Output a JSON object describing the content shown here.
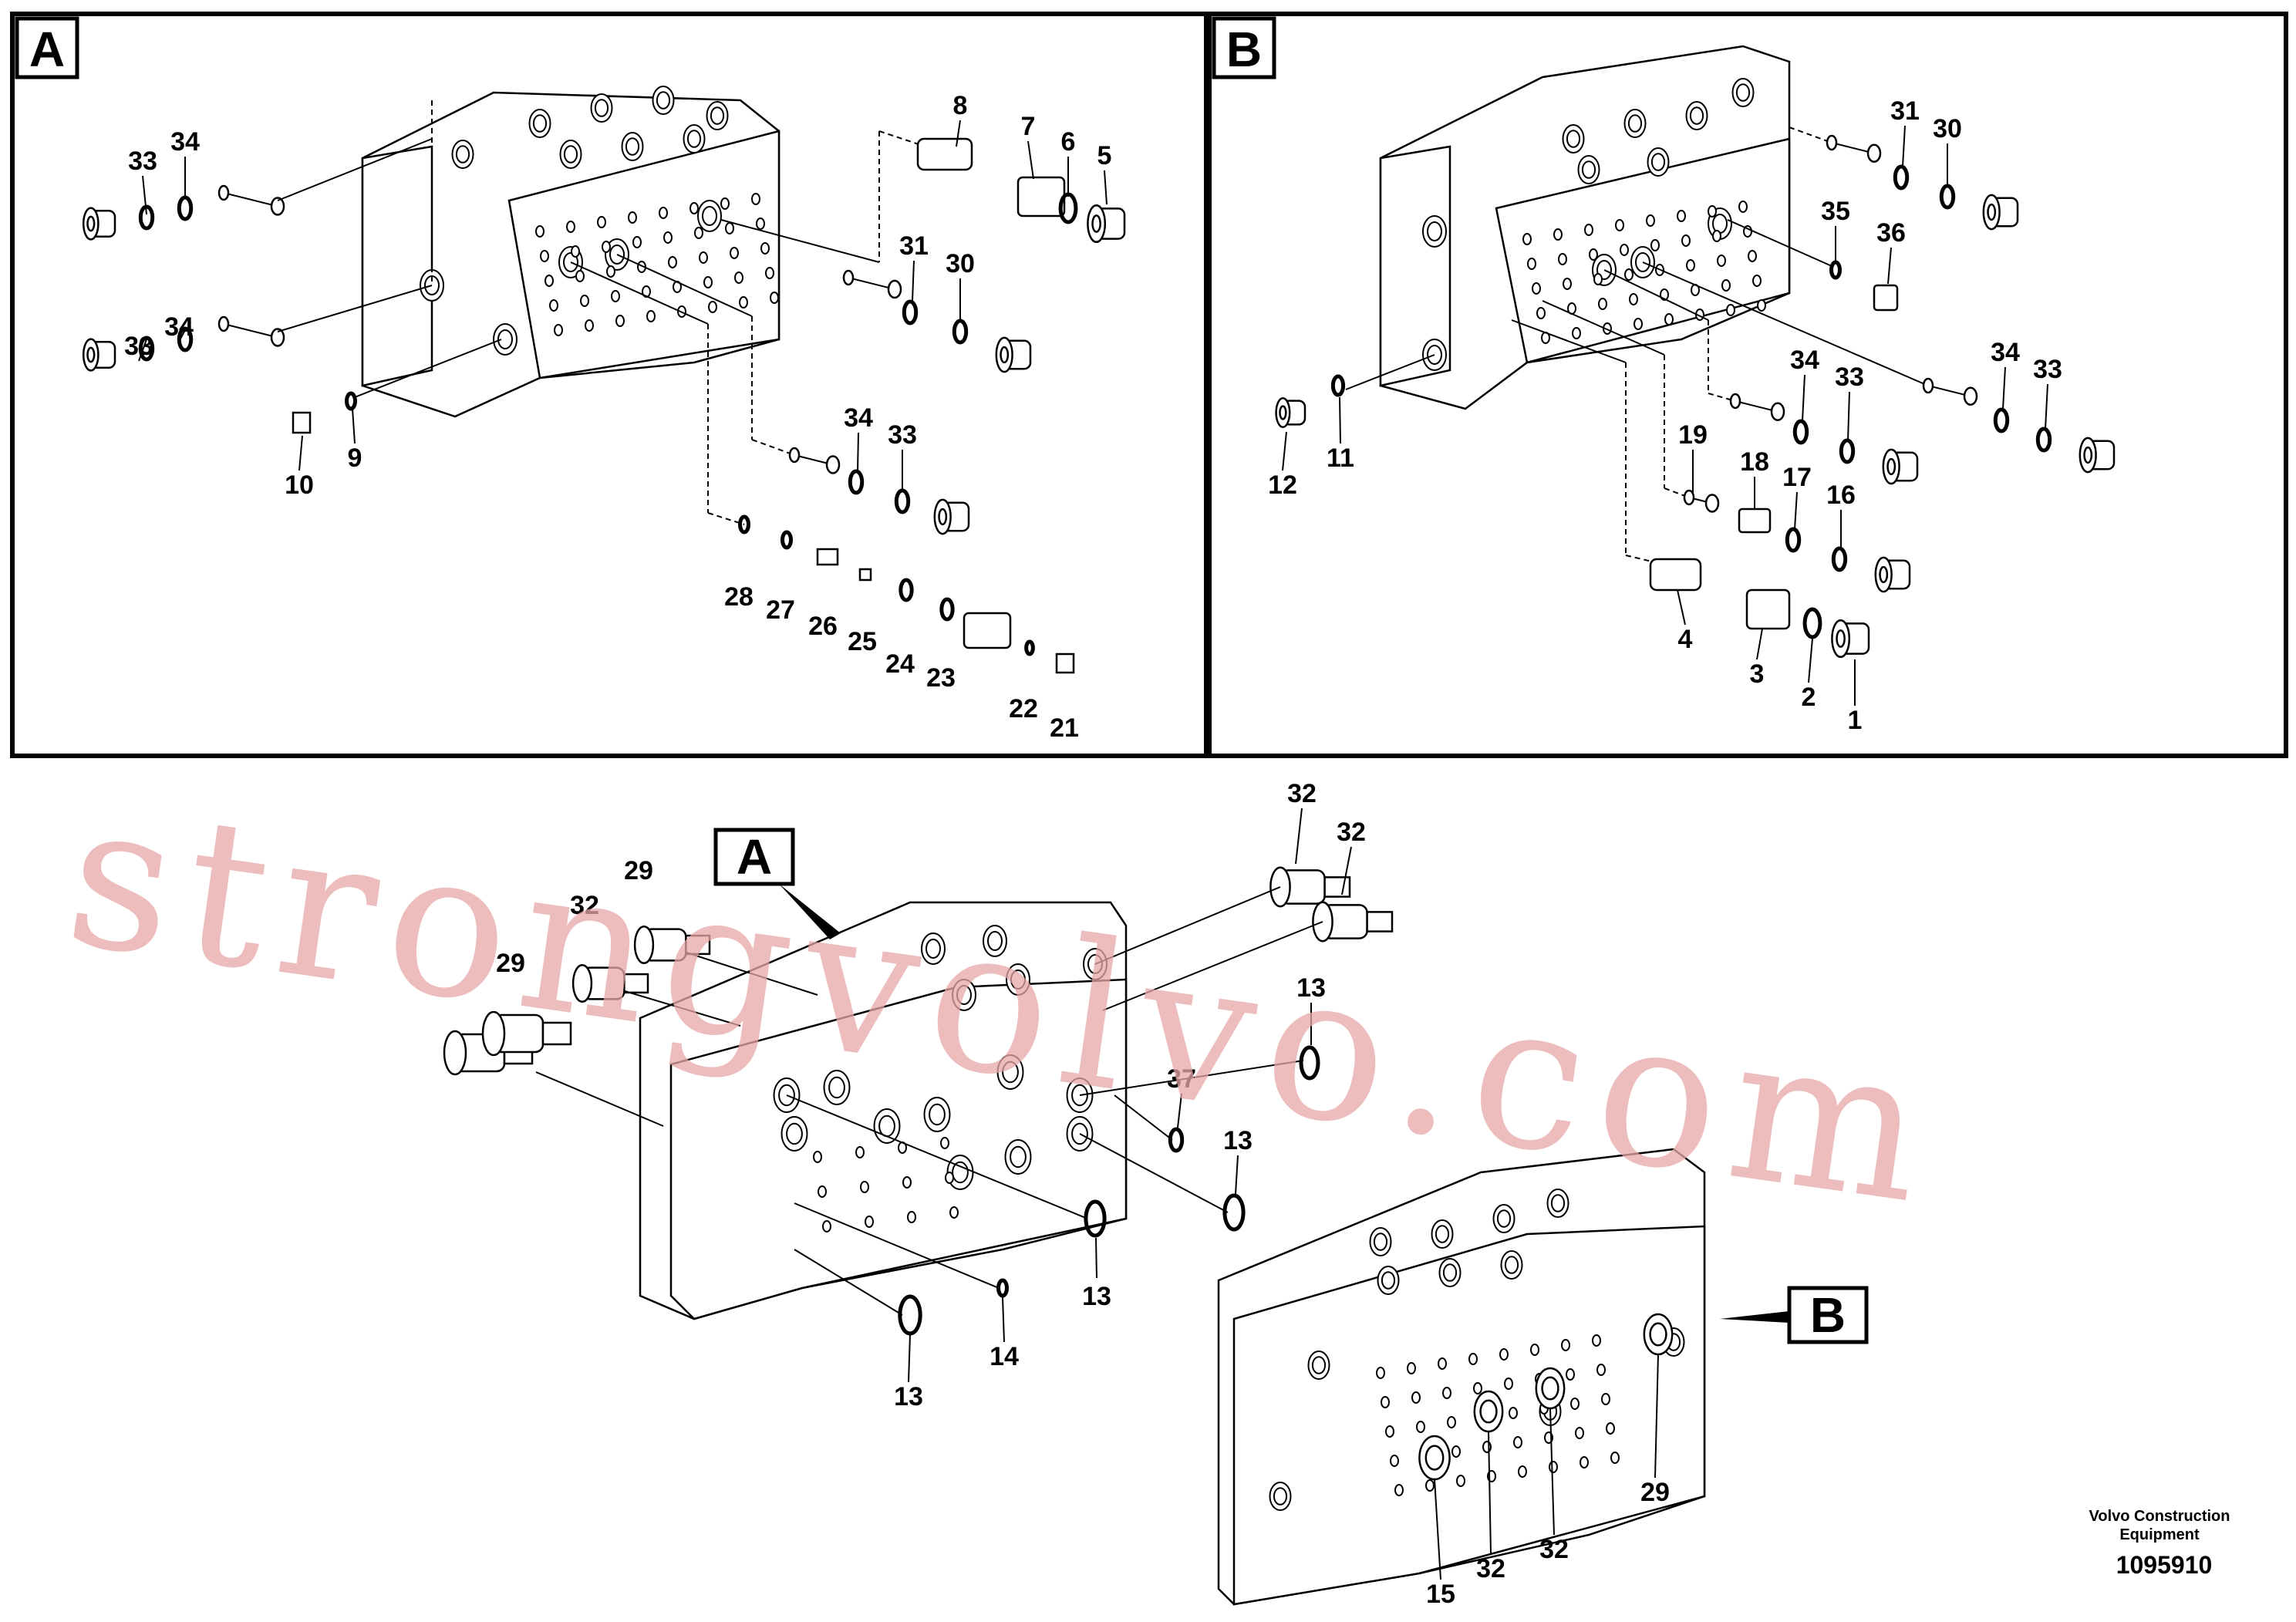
{
  "panels": [
    {
      "label": "A"
    },
    {
      "label": "B"
    }
  ],
  "main_labels": {
    "a": "A",
    "b": "B"
  },
  "watermark": "strongvolvo.com",
  "footer": {
    "company_line1": "Volvo Construction",
    "company_line2": "Equipment",
    "drawing_number": "1095910"
  },
  "callouts": {
    "panel_a": [
      "33",
      "34",
      "33",
      "34",
      "10",
      "9",
      "8",
      "7",
      "6",
      "5",
      "31",
      "30",
      "34",
      "33",
      "28",
      "27",
      "26",
      "25",
      "24",
      "23",
      "22",
      "21"
    ],
    "panel_b": [
      "31",
      "30",
      "35",
      "36",
      "12",
      "11",
      "34",
      "33",
      "34",
      "33",
      "19",
      "18",
      "17",
      "16",
      "4",
      "3",
      "2",
      "1"
    ],
    "main": [
      "32",
      "32",
      "29",
      "32",
      "29",
      "13",
      "37",
      "13",
      "13",
      "13",
      "14",
      "29",
      "15",
      "32",
      "32"
    ]
  }
}
